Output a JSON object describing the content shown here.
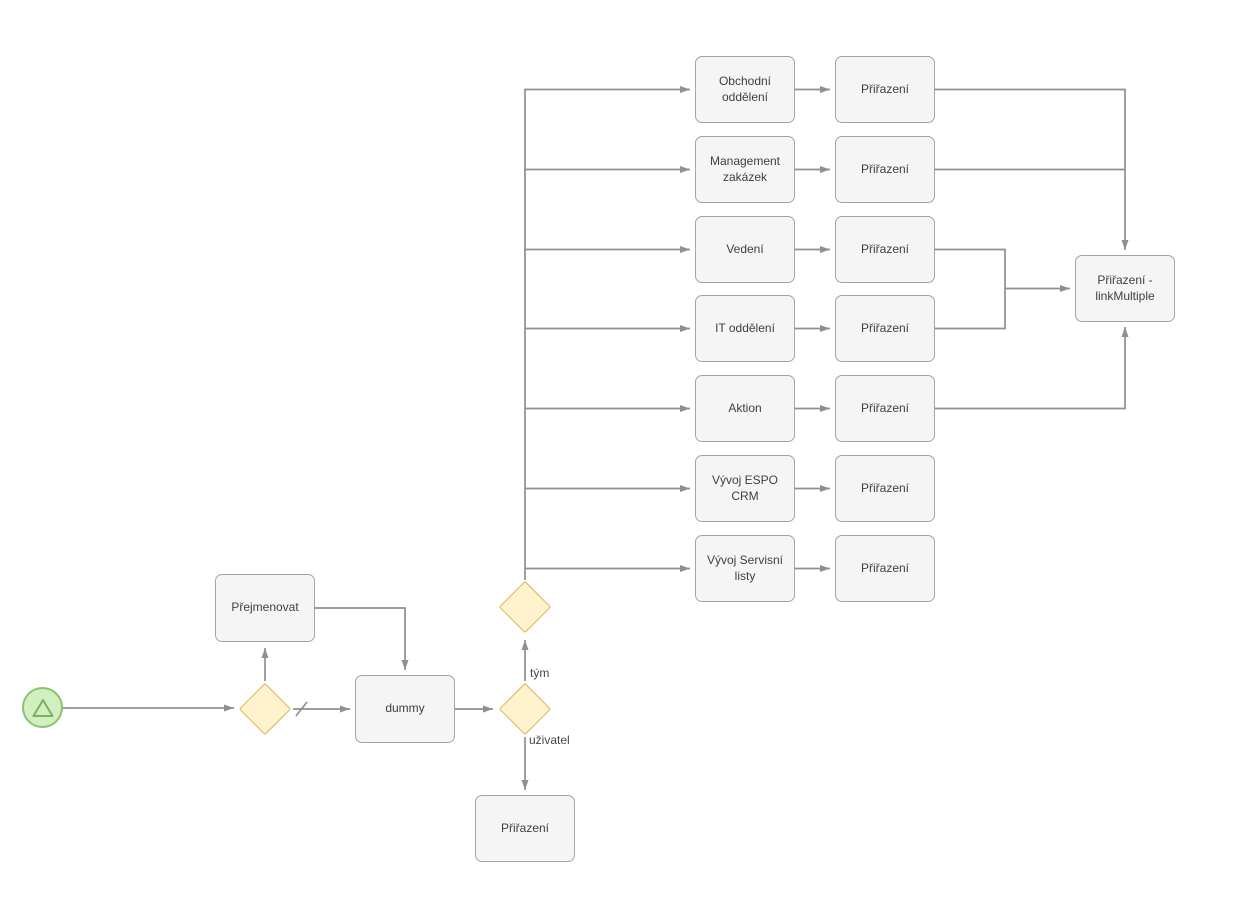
{
  "diagram": {
    "type": "bpmn-flowchart",
    "background_color": "#ffffff",
    "palette": {
      "task_fill": "#f5f5f5",
      "task_stroke": "#a3a3a3",
      "task_text": "#3f3f3f",
      "gateway_fill": "#fff2cc",
      "gateway_stroke": "#d6b656",
      "event_fill": "#d1efc1",
      "event_stroke": "#8bc36d",
      "edge_color": "#8f8f8f"
    },
    "nodes": {
      "start_event": {
        "icon": "signal-triangle-icon"
      },
      "rename_task": {
        "label": "Přejmenovat"
      },
      "dummy_task": {
        "label": "dummy"
      },
      "user_assign_task": {
        "label": "Přiřazení"
      },
      "link_multiple_task": {
        "label": "Přiřazení - linkMultiple"
      },
      "teams": [
        {
          "label": "Obchodní oddělení",
          "assign": "Přiřazení"
        },
        {
          "label": "Management zakázek",
          "assign": "Přiřazení"
        },
        {
          "label": "Vedení",
          "assign": "Přiřazení"
        },
        {
          "label": "IT oddělení",
          "assign": "Přiřazení"
        },
        {
          "label": "Aktion",
          "assign": "Přiřazení"
        },
        {
          "label": "Vývoj ESPO CRM",
          "assign": "Přiřazení"
        },
        {
          "label": "Vývoj Servisní listy",
          "assign": "Přiřazení"
        }
      ]
    },
    "edge_labels": {
      "team_branch": "tým",
      "user_branch": "uživatel"
    }
  }
}
